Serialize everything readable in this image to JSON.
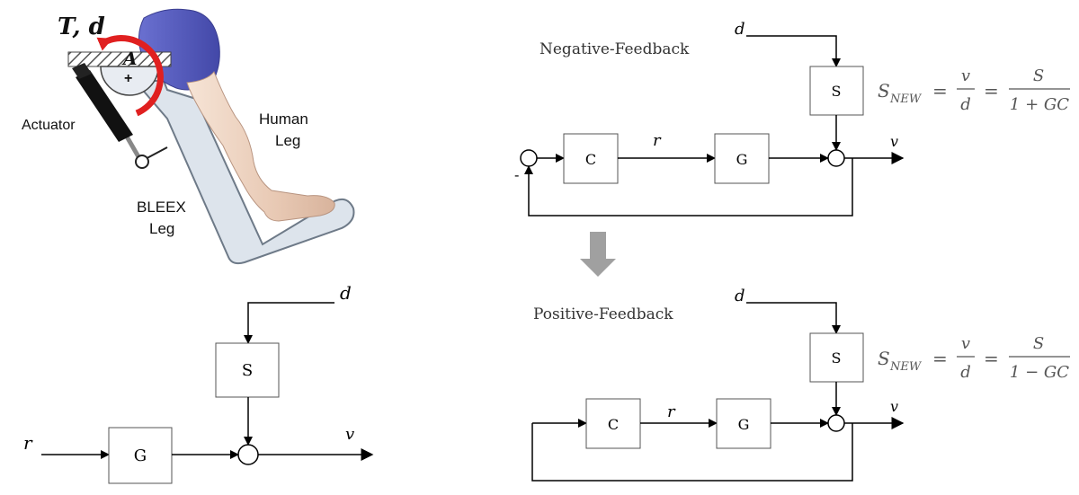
{
  "leg_figure": {
    "torque_label": "T, d",
    "joint_label": "A",
    "plus_sign": "+",
    "actuator_label": "Actuator",
    "human_leg_line1": "Human",
    "human_leg_line2": "Leg",
    "bleex_leg_line1": "BLEEX",
    "bleex_leg_line2": "Leg"
  },
  "open_loop": {
    "d_label": "d",
    "s_block": "S",
    "g_block": "G",
    "r_label": "r",
    "v_label": "v"
  },
  "negative_feedback": {
    "title": "Negative-Feedback",
    "d_label": "d",
    "s_block": "S",
    "c_block": "C",
    "g_block": "G",
    "r_label": "r",
    "v_label": "v",
    "minus_sign": "-",
    "equation": {
      "lhs": "S",
      "lhs_sub": "NEW",
      "frac1_num": "v",
      "frac1_den": "d",
      "frac2_num": "S",
      "frac2_den": "1 + GC"
    }
  },
  "positive_feedback": {
    "title": "Positive-Feedback",
    "d_label": "d",
    "s_block": "S",
    "c_block": "C",
    "g_block": "G",
    "r_label": "r",
    "v_label": "v",
    "equation": {
      "lhs": "S",
      "lhs_sub": "NEW",
      "frac1_num": "v",
      "frac1_den": "d",
      "frac2_num": "S",
      "frac2_den": "1 − GC"
    }
  },
  "colors": {
    "torque_arrow": "#e02020",
    "thigh": "#5a5fc0",
    "skin": "#f0d8c8",
    "exo_frame": "#dde4ec",
    "transition_arrow": "#a0a0a0"
  }
}
